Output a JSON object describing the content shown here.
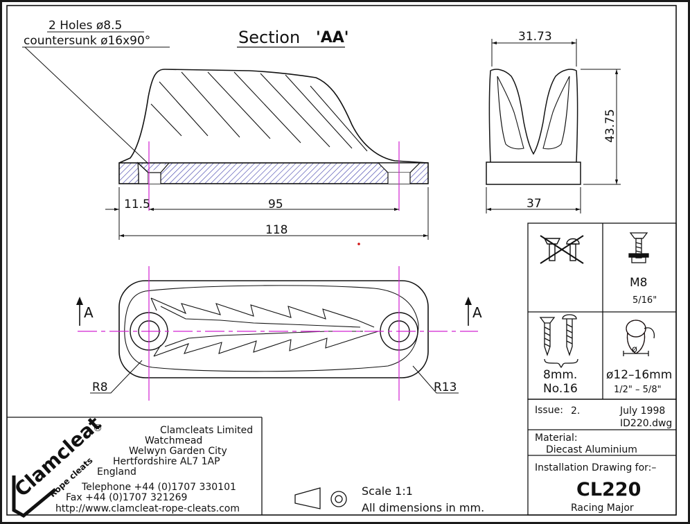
{
  "drawing": {
    "holes_note_1": "2 Holes ø8.5",
    "holes_note_2": "countersunk ø16x90°",
    "section_label": "Section",
    "section_id": "'AA'",
    "dim_width_top": "31.73",
    "dim_height": "43.75",
    "dim_base_width": "37",
    "dim_edge": "11.5",
    "dim_hole_pitch": "95",
    "dim_overall": "118",
    "radius_small": "R8",
    "radius_large": "R13",
    "section_arrow_left": "A",
    "section_arrow_right": "A"
  },
  "fixings": {
    "bolt_size": "M8",
    "bolt_size_imperial": "5/16\"",
    "screw_size_1": "8mm.",
    "screw_size_2": "No.16",
    "rope_symbol": "ø",
    "rope_range": "ø12–16mm",
    "rope_range_imperial": "1/2\" – 5/8\""
  },
  "title_block": {
    "issue_label": "Issue:",
    "issue_number": "2.",
    "issue_date": "July 1998",
    "file_name": "ID220.dwg",
    "material_label": "Material:",
    "material_value": "Diecast Aluminium",
    "installation_label": "Installation Drawing for:–",
    "part_number": "CL220",
    "part_name": "Racing Major"
  },
  "company": {
    "name": "Clamcleats Limited",
    "address_1": "Watchmead",
    "address_2": "Welwyn Garden City",
    "address_3": "Hertfordshire AL7 1AP",
    "address_4": "England",
    "telephone": "Telephone +44 (0)1707 330101",
    "fax": "Fax +44 (0)1707 321269",
    "website": "http://www.clamcleat-rope-cleats.com",
    "logo_text": "Clamcleat",
    "logo_tagline": "Rope cleats",
    "logo_mark": "®"
  },
  "scale": {
    "scale_text": "Scale 1:1",
    "units_text": "All dimensions in mm."
  },
  "colors": {
    "paper": "#ffffff",
    "ink": "#111111",
    "frame": "#111111",
    "centerline": "#d020d0",
    "hatch": "#3a3aa8",
    "accent_dot": "#d01010"
  }
}
